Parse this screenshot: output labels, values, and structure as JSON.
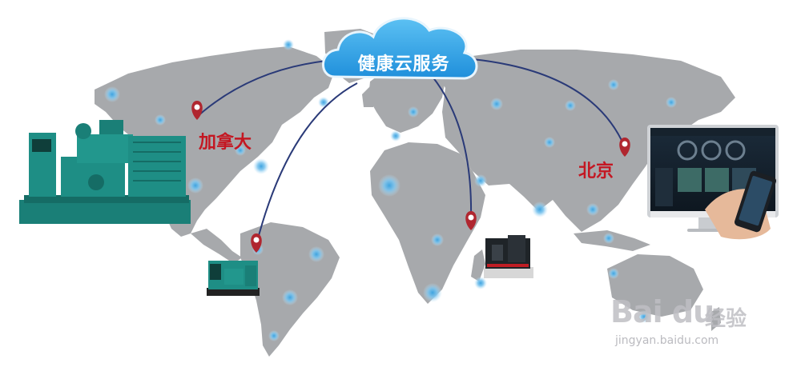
{
  "cloud": {
    "label": "健康云服务"
  },
  "locations": {
    "canada": "加拿大",
    "beijing": "北京"
  },
  "watermark": {
    "brand": "Bai du",
    "brand_cn": "经验",
    "url": "jingyan.baidu.com"
  },
  "colors": {
    "map_land": "#a7a9ac",
    "dot_blue": "#5bb6e6",
    "cloud_blue": "#2d9fe3",
    "arc_navy": "#2a3a78",
    "pin_red": "#b0262f",
    "city_red": "#c41722",
    "generator_teal": "#1e8e85"
  }
}
